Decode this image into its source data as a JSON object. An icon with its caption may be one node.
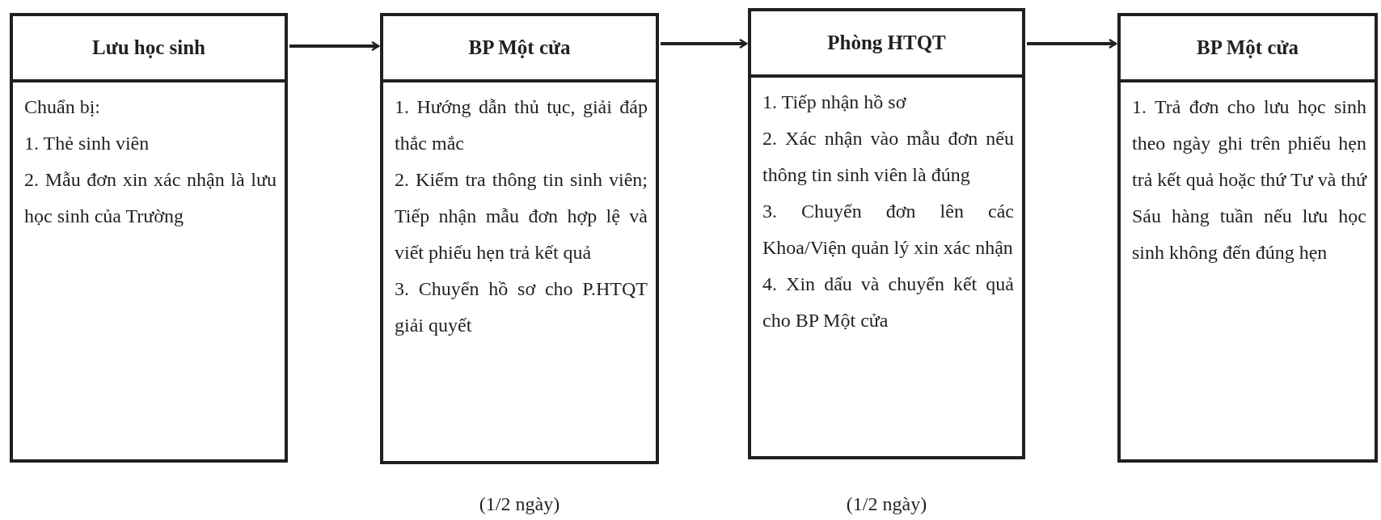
{
  "diagram": {
    "nodes": [
      {
        "text": [
          "Lưu học sinh",
          "Chuẩn bị:",
          "1. Thẻ sinh viên",
          "2. Mẫu đơn xin xác nhận là lưu học sinh của Trường"
        ]
      },
      {
        "text": [
          "BP Một cửa",
          "1. Hướng dẫn thủ tục, giải đáp thắc mắc",
          "2. Kiểm tra thông tin sinh viên; Tiếp nhận mẫu đơn hợp lệ và viết phiếu hẹn trả kết quả",
          "3. Chuyển hồ sơ cho P.HTQT giải quyết"
        ],
        "beside": [
          "(1/2 ngày)"
        ]
      },
      {
        "text": [
          "Phòng HTQT",
          "1. Tiếp nhận hồ sơ",
          "2. Xác nhận vào mẫu đơn nếu thông tin sinh viên là đúng",
          "3. Chuyển đơn lên các Khoa/Viện quản lý xin xác nhận",
          "4. Xin dấu và chuyển kết quả cho BP Một cửa"
        ],
        "beside": [
          "(1/2 ngày)"
        ]
      },
      {
        "text": [
          "BP Một cửa",
          "1. Trả đơn cho lưu học sinh theo ngày ghi trên phiếu hẹn trả kết quả hoặc thứ Tư và thứ Sáu hàng tuần nếu lưu học sinh không đến đúng hẹn"
        ]
      }
    ],
    "edges": [
      {
        "from": 0,
        "to": 1,
        "arrow": "to"
      },
      {
        "from": 1,
        "to": 2,
        "arrow": "to"
      },
      {
        "from": 2,
        "to": 3,
        "arrow": "to"
      }
    ]
  }
}
